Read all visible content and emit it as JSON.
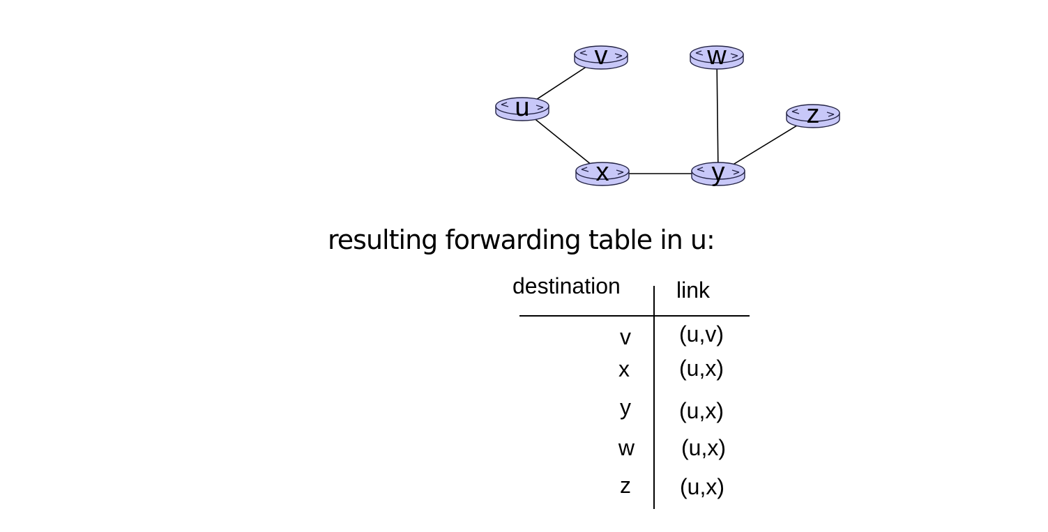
{
  "diagram": {
    "nodes": [
      {
        "id": "u",
        "label": "u"
      },
      {
        "id": "v",
        "label": "v"
      },
      {
        "id": "w",
        "label": "w"
      },
      {
        "id": "x",
        "label": "x"
      },
      {
        "id": "y",
        "label": "y"
      },
      {
        "id": "z",
        "label": "z"
      }
    ],
    "edges": [
      {
        "from": "u",
        "to": "v"
      },
      {
        "from": "u",
        "to": "x"
      },
      {
        "from": "x",
        "to": "y"
      },
      {
        "from": "y",
        "to": "w"
      },
      {
        "from": "y",
        "to": "z"
      }
    ],
    "node_fill": "#c8c8f8",
    "node_stroke": "#222244"
  },
  "caption": "resulting forwarding table in u:",
  "table": {
    "headers": {
      "destination": "destination",
      "link": "link"
    },
    "rows": [
      {
        "destination": "v",
        "link": "(u,v)"
      },
      {
        "destination": "x",
        "link": "(u,x)"
      },
      {
        "destination": "y",
        "link": "(u,x)"
      },
      {
        "destination": "w",
        "link": "(u,x)"
      },
      {
        "destination": "z",
        "link": "(u,x)"
      }
    ]
  }
}
